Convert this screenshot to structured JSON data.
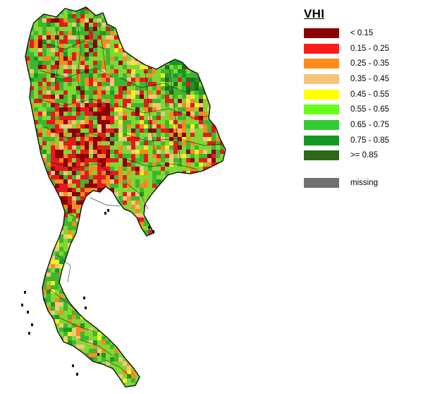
{
  "map": {
    "land_colors": {
      "red_dark": "#8b0000",
      "red": "#e41a1c",
      "orange": "#f48c1f",
      "tan": "#f6c57a",
      "yellow": "#f4ef22",
      "green_light": "#7fd833",
      "green": "#3fb62f",
      "green_mid": "#169a25",
      "green_dark": "#2a6a1a",
      "border": "#1a1a1a"
    }
  },
  "legend": {
    "title": "VHI",
    "items": [
      {
        "label": "< 0.15",
        "color": "#8b0000"
      },
      {
        "label": "0.15 - 0.25",
        "color": "#ff1a1a"
      },
      {
        "label": "0.25 - 0.35",
        "color": "#ff8c1a"
      },
      {
        "label": "0.35 - 0.45",
        "color": "#f6c57a"
      },
      {
        "label": "0.45 - 0.55",
        "color": "#ffff00"
      },
      {
        "label": "0.55 - 0.65",
        "color": "#66ff1a"
      },
      {
        "label": "0.65 - 0.75",
        "color": "#33cc33"
      },
      {
        "label": "0.75 - 0.85",
        "color": "#119922"
      },
      {
        "label": ">= 0.85",
        "color": "#2a6a1a"
      }
    ],
    "missing": {
      "label": "missing",
      "color": "#707070"
    }
  }
}
